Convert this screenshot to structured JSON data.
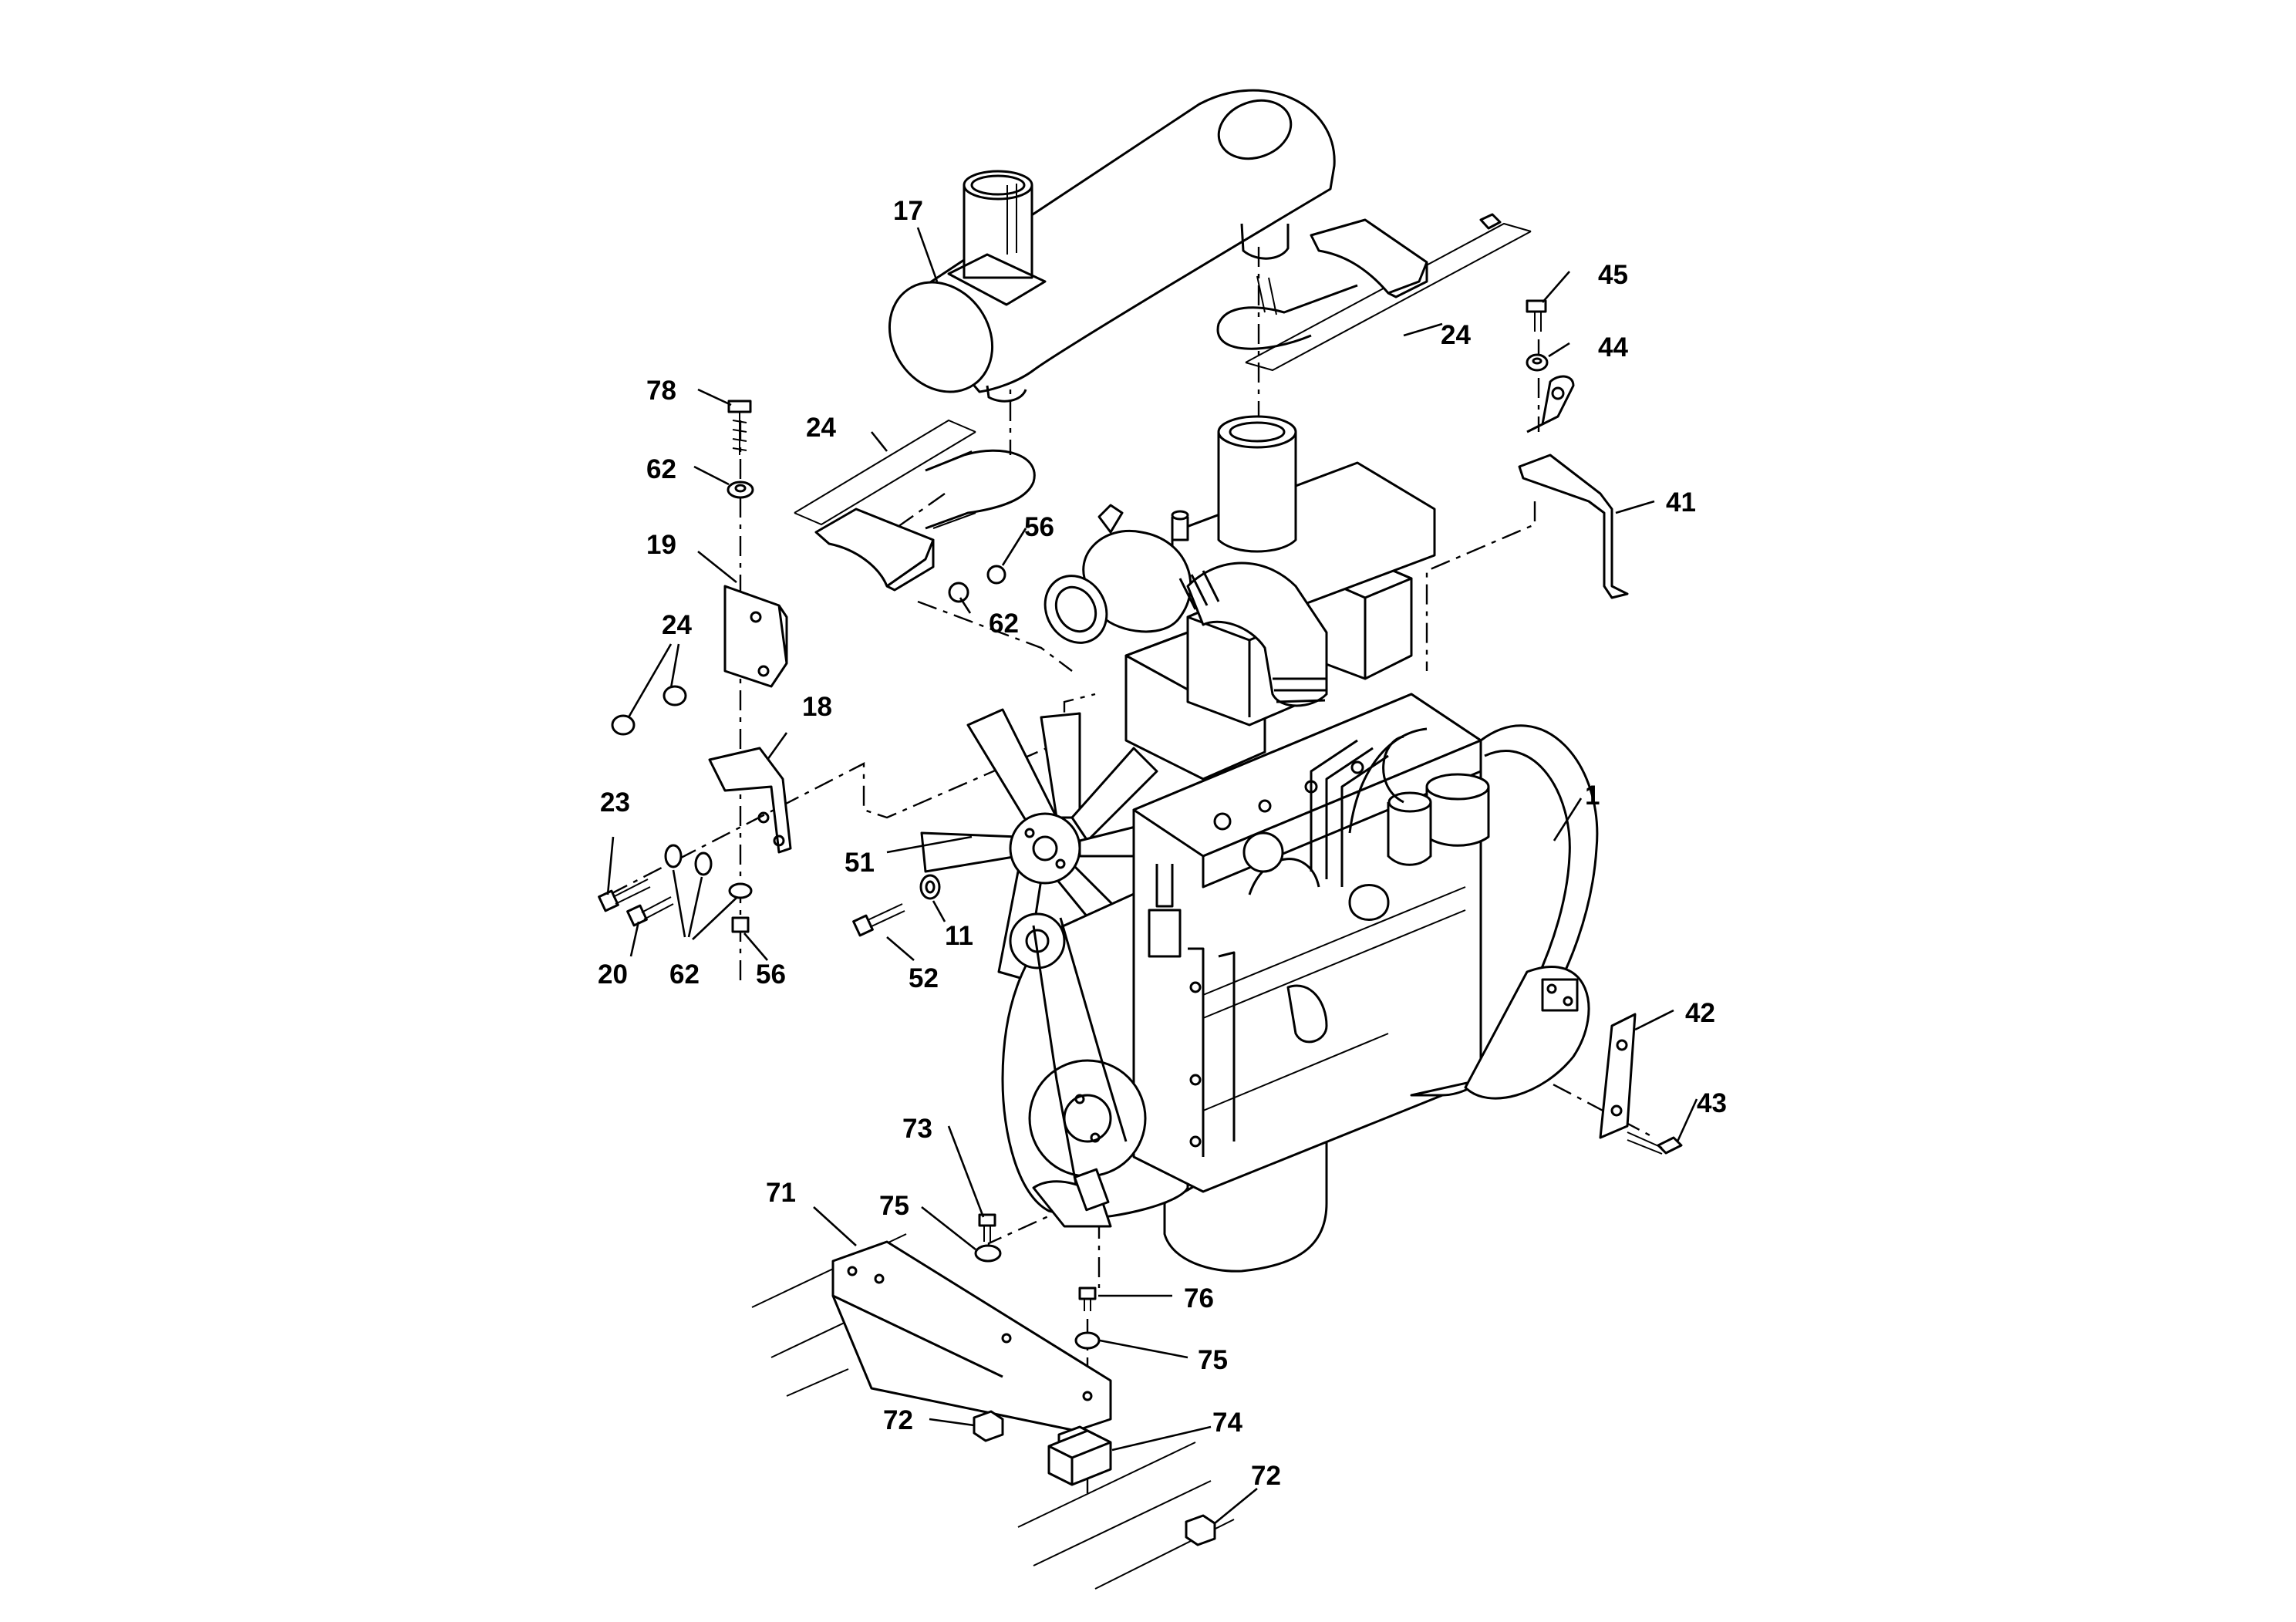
{
  "callouts": {
    "p17": "17",
    "p24a": "24",
    "p45": "45",
    "p44": "44",
    "p78": "78",
    "p24b": "24",
    "p62a": "62",
    "p56a": "56",
    "p41": "41",
    "p19": "19",
    "p62b": "62",
    "p24c": "24",
    "p18": "18",
    "p1": "1",
    "p23": "23",
    "p51": "51",
    "p11": "11",
    "p20": "20",
    "p62c": "62",
    "p56b": "56",
    "p52": "52",
    "p42": "42",
    "p43": "43",
    "p73": "73",
    "p71": "71",
    "p75a": "75",
    "p76": "76",
    "p75b": "75",
    "p72a": "72",
    "p74": "74",
    "p72b": "72"
  }
}
